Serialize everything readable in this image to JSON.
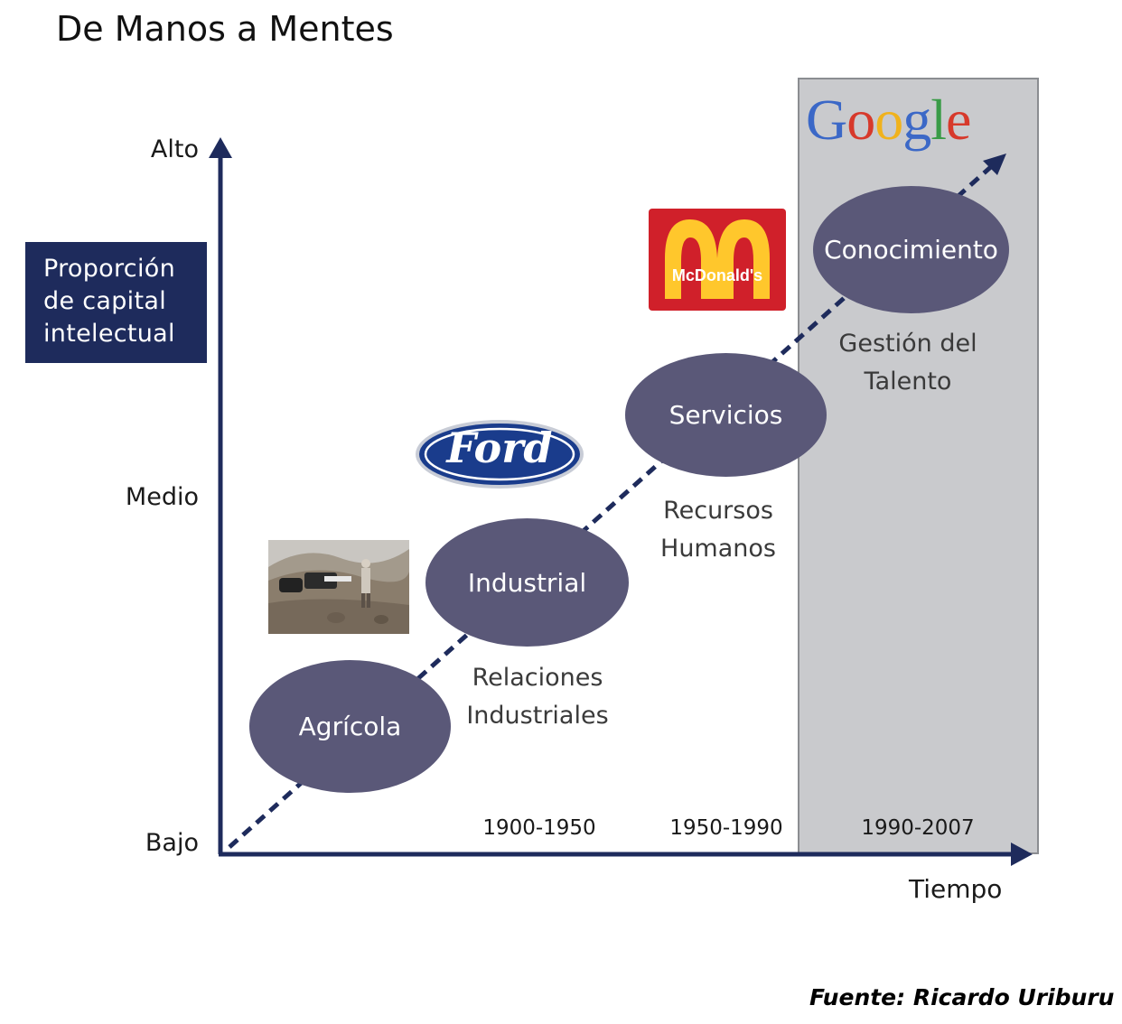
{
  "title": "De Manos a Mentes",
  "y_axis": {
    "label_lines": [
      "Proporción",
      "de capital",
      "intelectual"
    ],
    "levels": {
      "alto": "Alto",
      "medio": "Medio",
      "bajo": "Bajo"
    }
  },
  "x_axis": {
    "label": "Tiempo"
  },
  "stages": [
    {
      "name": "Agrícola",
      "caption_lines": [],
      "period": ""
    },
    {
      "name": "Industrial",
      "caption_lines": [
        "Relaciones",
        "Industriales"
      ],
      "period": "1900-1950"
    },
    {
      "name": "Servicios",
      "caption_lines": [
        "Recursos",
        "Humanos"
      ],
      "period": "1950-1990"
    },
    {
      "name": "Conocimiento",
      "caption_lines": [
        "Gestión del",
        "Talento"
      ],
      "period": "1990-2007"
    }
  ],
  "logos": {
    "ford": "Ford",
    "mcdonalds": "McDonald's",
    "google": "Google"
  },
  "source": "Fuente: Ricardo Uriburu",
  "colors": {
    "axis": "#1e2b5c",
    "ellipse": "#5a5878",
    "label_box": "#1e2b5c",
    "shade": "#c9cacd",
    "mcdonalds_red": "#d0202a",
    "mcdonalds_yellow": "#ffc72c",
    "ford_blue": "#1a3c8c"
  }
}
